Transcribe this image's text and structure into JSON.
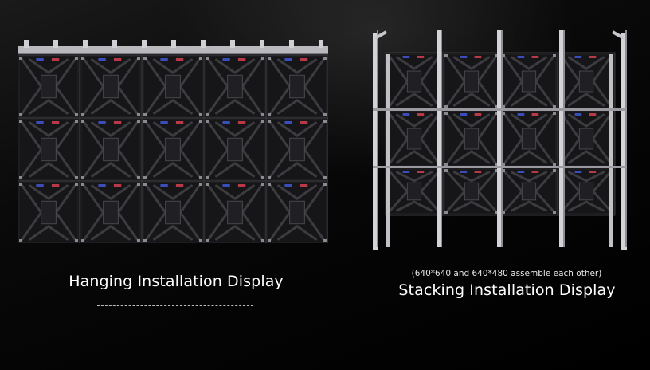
{
  "hanging": {
    "title": "Hanging Installation Display"
  },
  "stacking": {
    "note": "(640*640 and 640*480 assemble each other)",
    "title": "Stacking Installation Display"
  }
}
